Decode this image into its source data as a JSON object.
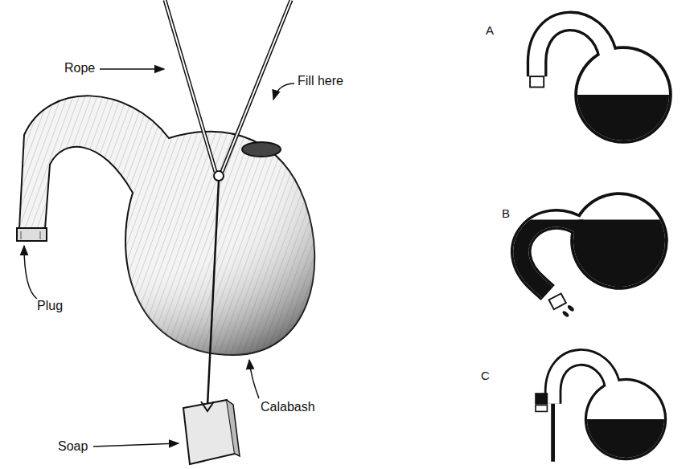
{
  "diagram": {
    "labels": [
      "Rope",
      "Fill here",
      "Plug",
      "Calabash",
      "Soap",
      "A",
      "B",
      "C"
    ]
  }
}
